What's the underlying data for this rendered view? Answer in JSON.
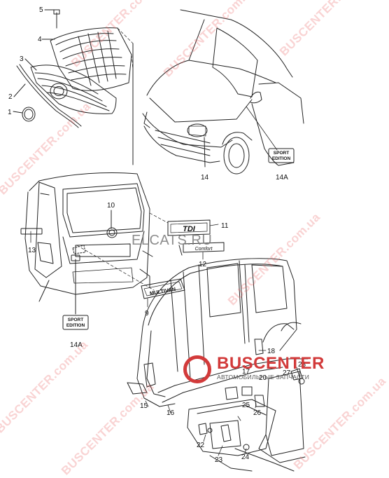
{
  "callouts": {
    "n1": "1",
    "n2": "2",
    "n3": "3",
    "n4": "4",
    "n5": "5",
    "n9": "9",
    "n10": "10",
    "n11": "11",
    "n12": "12",
    "n13": "13",
    "n14": "14",
    "n14a_top": "14A",
    "n14a_bottom": "14A",
    "n15": "15",
    "n16": "16",
    "n17": "17",
    "n18": "18",
    "n20": "20",
    "n22": "22",
    "n23": "23",
    "n24": "24",
    "n25": "25",
    "n26": "26",
    "n27": "27",
    "n28": "28"
  },
  "badges": {
    "sport_edition_top": {
      "line1": "SPORT",
      "line2": "EDITION"
    },
    "sport_edition_bottom": {
      "line1": "SPORT",
      "line2": "EDITION"
    },
    "tdi": "TDI",
    "multivan": "MULTIVAN",
    "comfort": "Comfort"
  },
  "watermark": {
    "text": "BUSCENTER.com.ua",
    "center_text": "ELCATS.RU",
    "logo_name": "BUSCENTER",
    "logo_sub": "АВТОМОБИЛЬНЫЕ ЗАПЧАСТИ"
  },
  "colors": {
    "line": "#222222",
    "watermark": "#e86060",
    "logo": "#d23a3a"
  }
}
